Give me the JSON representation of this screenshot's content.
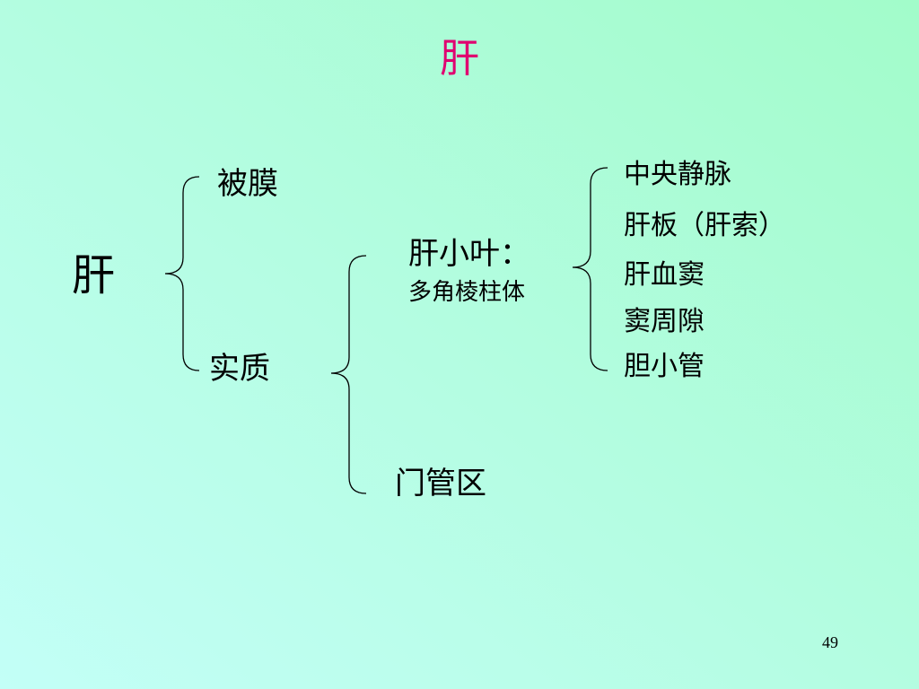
{
  "title": "肝",
  "root": "肝",
  "branches": {
    "capsule": "被膜",
    "parenchyma": "实质"
  },
  "parenchyma_children": {
    "lobule": "肝小叶：",
    "lobule_sub": "多角棱柱体",
    "portal_area": "门管区"
  },
  "lobule_components": [
    "中央静脉",
    "肝板（肝索）",
    "肝血窦",
    "窦周隙",
    "胆小管"
  ],
  "page_number": "49",
  "colors": {
    "title": "#e00070",
    "text": "#000000",
    "background_light": "#c3fff7",
    "background_dark": "#a2fcca"
  }
}
